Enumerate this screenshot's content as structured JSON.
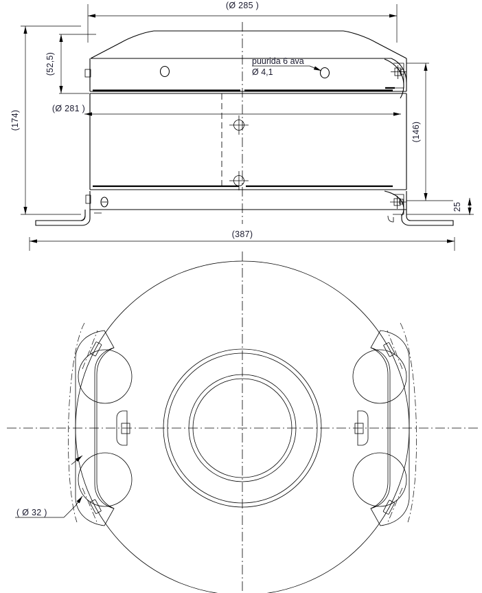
{
  "document": {
    "type": "engineering-drawing",
    "title": "Roof fan unit - front elevation and plan view",
    "language": "et"
  },
  "front_view": {
    "dimensions": {
      "overall_diameter": "(Ø 285 )",
      "inner_diameter": "(Ø 281 )",
      "total_height": "(174)",
      "top_height": "(52,5)",
      "body_height": "(146)",
      "base_height": "25"
    },
    "annotation": {
      "line1": "puurida 6 ava",
      "line2": "Ø 4,1"
    }
  },
  "plan_view": {
    "dimensions": {
      "overall_width": "(387)",
      "mounting_hole_diameter": "( Ø 32 )"
    }
  },
  "colors": {
    "line": "#000000",
    "text": "#1a1a2e",
    "background": "#ffffff"
  }
}
